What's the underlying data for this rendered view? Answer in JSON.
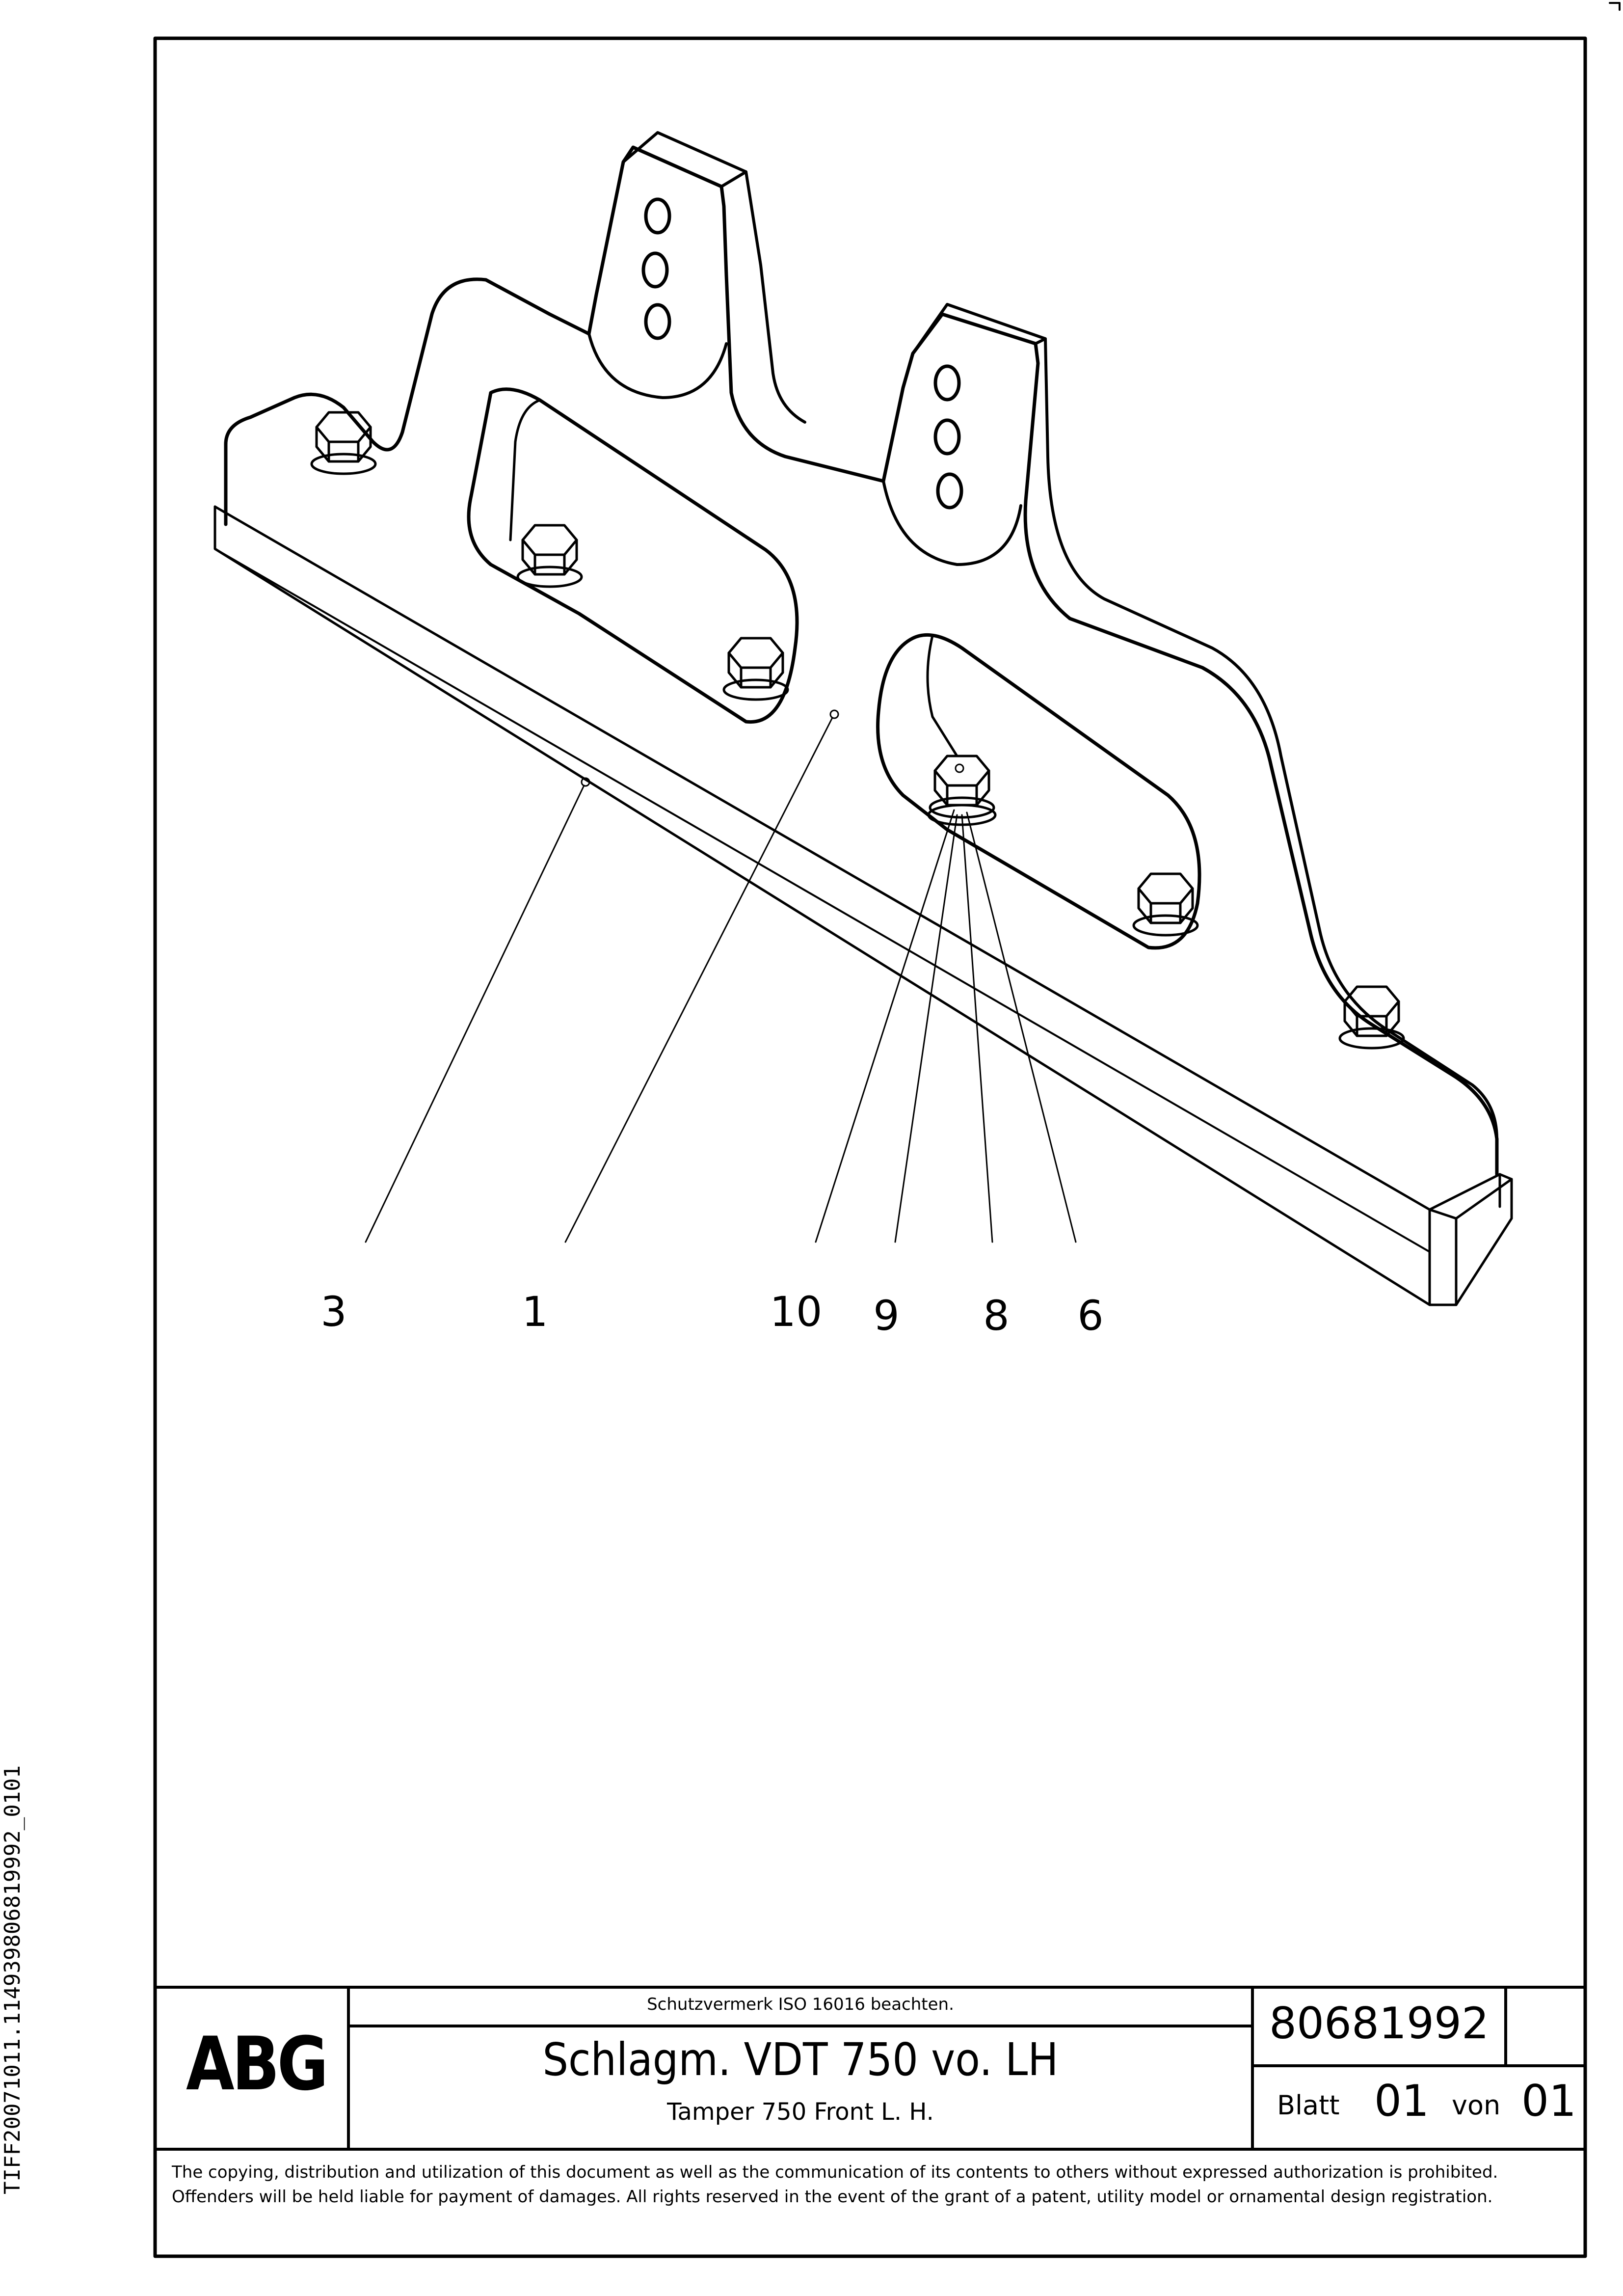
{
  "sidebar_id": "TIFF20071011.114939806819992_0101",
  "callouts": [
    "3",
    "1",
    "10",
    "9",
    "8",
    "6"
  ],
  "title_block": {
    "logo": "ABG",
    "protection_note": "Schutzvermerk ISO 16016 beachten.",
    "title_de": "Schlagm. VDT 750 vo. LH",
    "title_en": "Tamper 750 Front L. H.",
    "drawing_number": "80681992",
    "sheet_label": "Blatt",
    "sheet_number": "01",
    "of_label": "von",
    "sheet_total": "01"
  },
  "copyright": "The copying, distribution and utilization of this document as well as the communication of its contents to others without expressed authorization is prohibited. Offenders will be held liable for payment of damages. All rights reserved in the event of the grant of a patent, utility model or ornamental design registration."
}
